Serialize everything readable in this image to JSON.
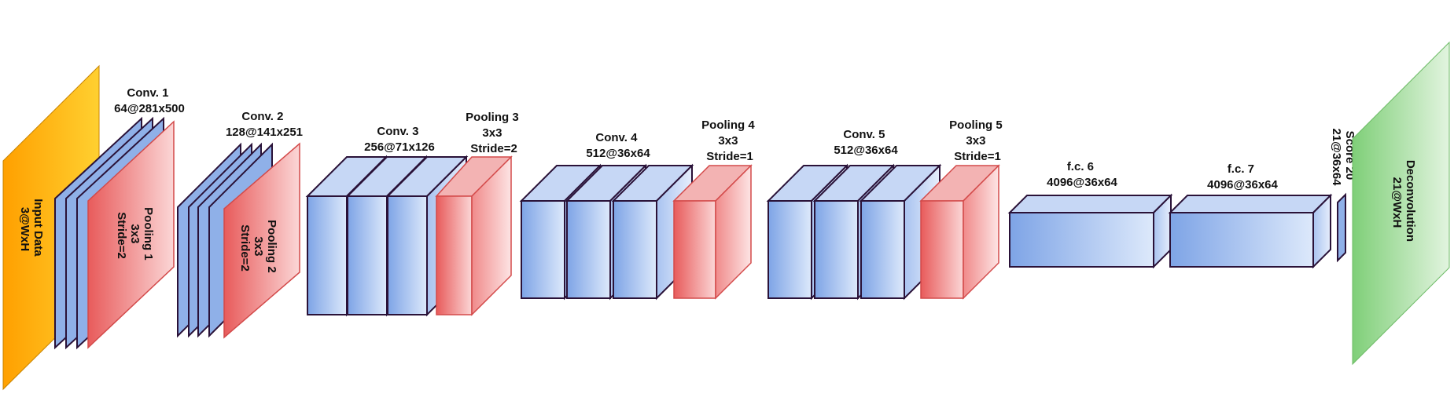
{
  "colors": {
    "input": "#ffa90a",
    "conv": "#8fb2ea",
    "pool": "#ef6b6b",
    "output": "#8fd48a",
    "stroke": "#2a1238"
  },
  "layers": {
    "input": {
      "line1": "Input Data",
      "line2": "3@WxH"
    },
    "conv1": {
      "line1": "Conv. 1",
      "line2": "64@281x500"
    },
    "pool1": {
      "line1": "Pooling 1",
      "line2": "3x3",
      "line3": "Stride=2"
    },
    "conv2": {
      "line1": "Conv. 2",
      "line2": "128@141x251"
    },
    "pool2": {
      "line1": "Pooling 2",
      "line2": "3x3",
      "line3": "Stride=2"
    },
    "conv3": {
      "line1": "Conv. 3",
      "line2": "256@71x126"
    },
    "pool3": {
      "line1": "Pooling 3",
      "line2": "3x3",
      "line3": "Stride=2"
    },
    "conv4": {
      "line1": "Conv. 4",
      "line2": "512@36x64"
    },
    "pool4": {
      "line1": "Pooling 4",
      "line2": "3x3",
      "line3": "Stride=1"
    },
    "conv5": {
      "line1": "Conv. 5",
      "line2": "512@36x64"
    },
    "pool5": {
      "line1": "Pooling 5",
      "line2": "3x3",
      "line3": "Stride=1"
    },
    "fc6": {
      "line1": "f.c. 6",
      "line2": "4096@36x64"
    },
    "fc7": {
      "line1": "f.c. 7",
      "line2": "4096@36x64"
    },
    "score": {
      "line1": "Score 20",
      "line2": "21@36x64"
    },
    "deconv": {
      "line1": "Deconvolution",
      "line2": "21@WxH"
    }
  }
}
